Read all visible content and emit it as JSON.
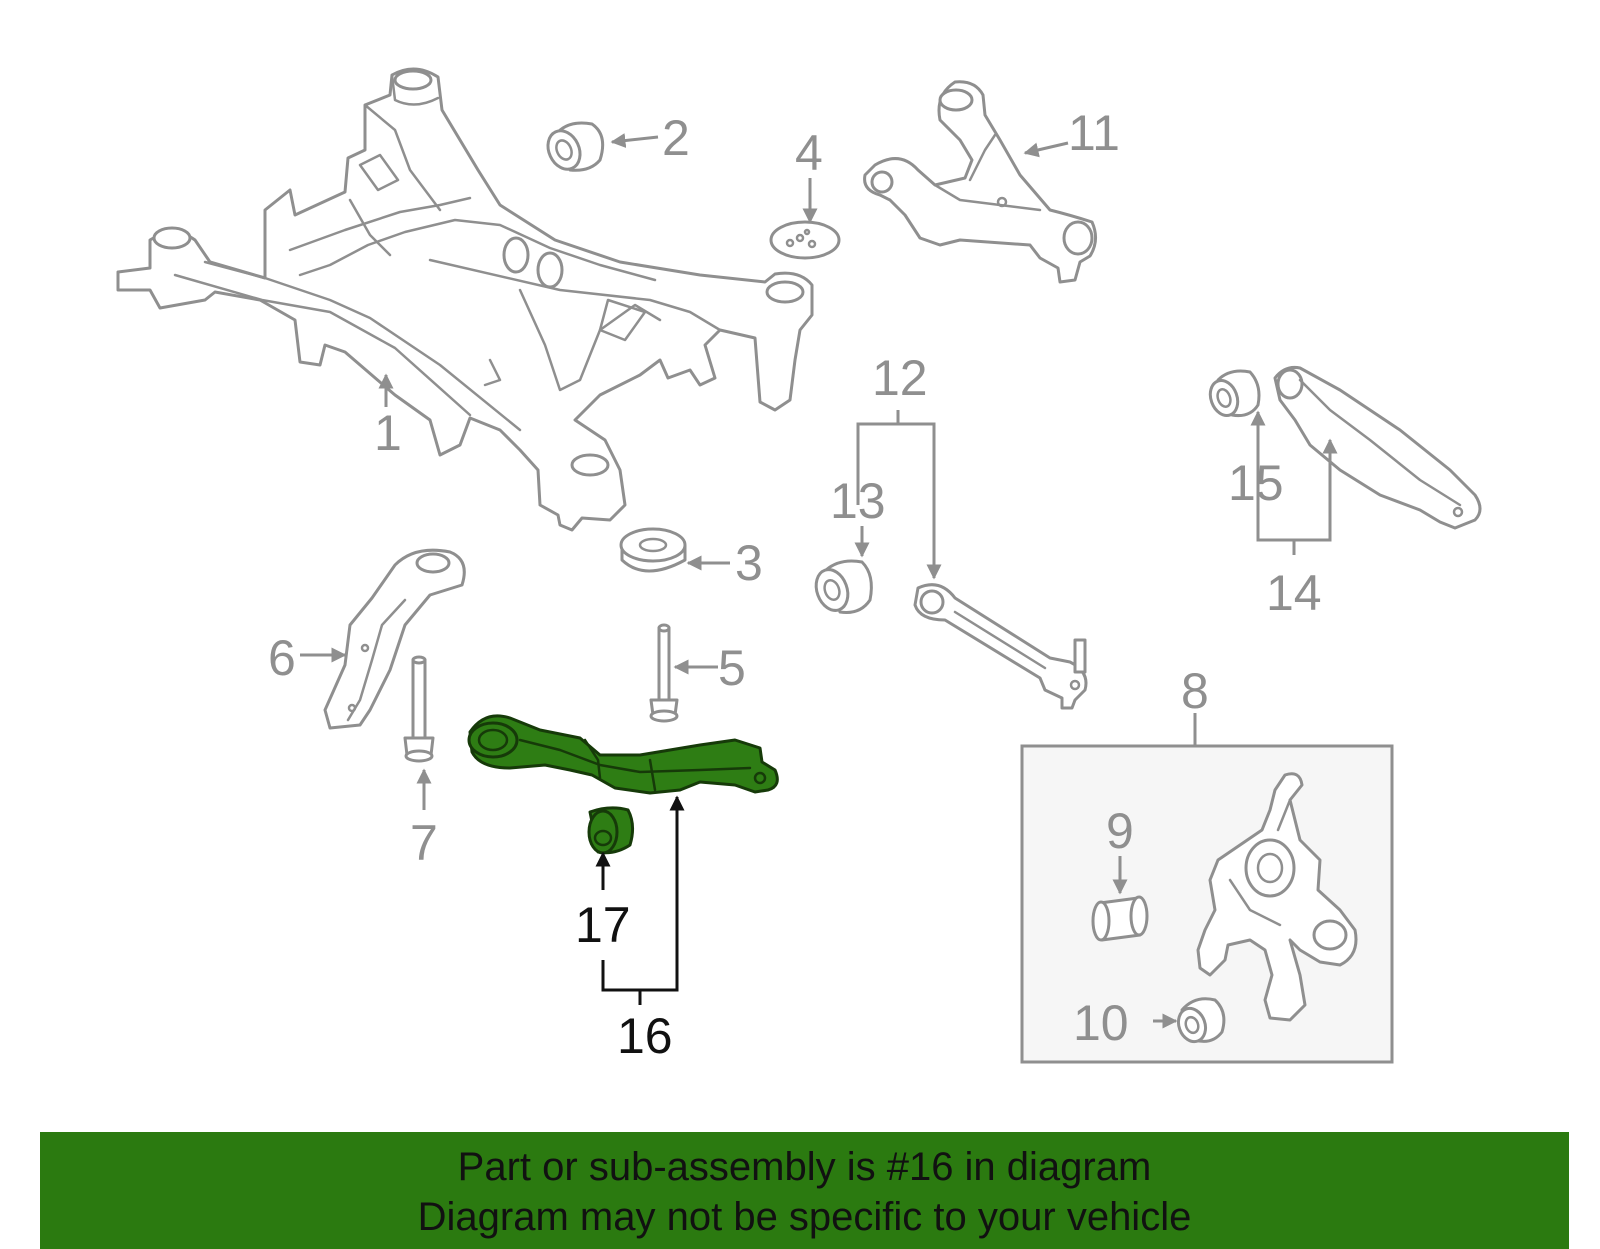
{
  "callouts": {
    "c1": "1",
    "c2": "2",
    "c3": "3",
    "c4": "4",
    "c5": "5",
    "c6": "6",
    "c7": "7",
    "c8": "8",
    "c9": "9",
    "c10": "10",
    "c11": "11",
    "c12": "12",
    "c13": "13",
    "c14": "14",
    "c15": "15",
    "c16": "16",
    "c17": "17"
  },
  "highlight_color": "#2e7d14",
  "banner": {
    "line1": "Part or sub-assembly is #16 in diagram",
    "line2": "Diagram may not be specific to your vehicle",
    "background": "#2b7a10"
  }
}
